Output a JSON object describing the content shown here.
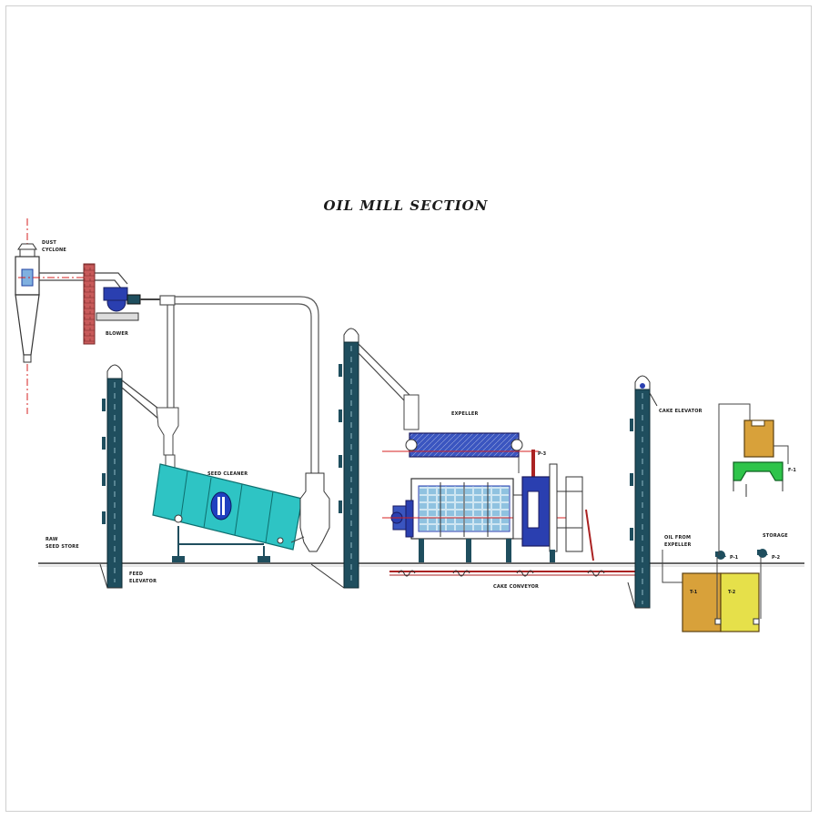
{
  "diagram": {
    "title": "OIL MILL SECTION",
    "labels": {
      "dust_cyclone_1": "DUST",
      "dust_cyclone_2": "CYCLONE",
      "blower": "BLOWER",
      "seed_cleaner": "SEED CLEANER",
      "raw_seed_store_1": "RAW",
      "raw_seed_store_2": "SEED STORE",
      "feed_elevator_1": "FEED",
      "feed_elevator_2": "ELEVATOR",
      "expeller": "EXPELLER",
      "cake_conveyor": "CAKE CONVEYOR",
      "cake_elevator": "CAKE ELEVATOR",
      "oil_from_expeller_1": "OIL FROM",
      "oil_from_expeller_2": "EXPELLER",
      "storage": "STORAGE",
      "tank_1": "T-1",
      "tank_2": "T-2",
      "pump_1": "P-1",
      "pump_2": "P-2",
      "press_tag_a": "P-3",
      "press_tag_b": "F-1"
    },
    "colors": {
      "structure": "#1f4e5e",
      "cleaner": "#2ec4c4",
      "expeller_body": "#3a55c0",
      "expeller_heater": "#4a3aa8",
      "red_line": "#d42020",
      "tank_left": "#d8a13a",
      "tank_right": "#e6e04a",
      "pipe": "#555555"
    }
  }
}
